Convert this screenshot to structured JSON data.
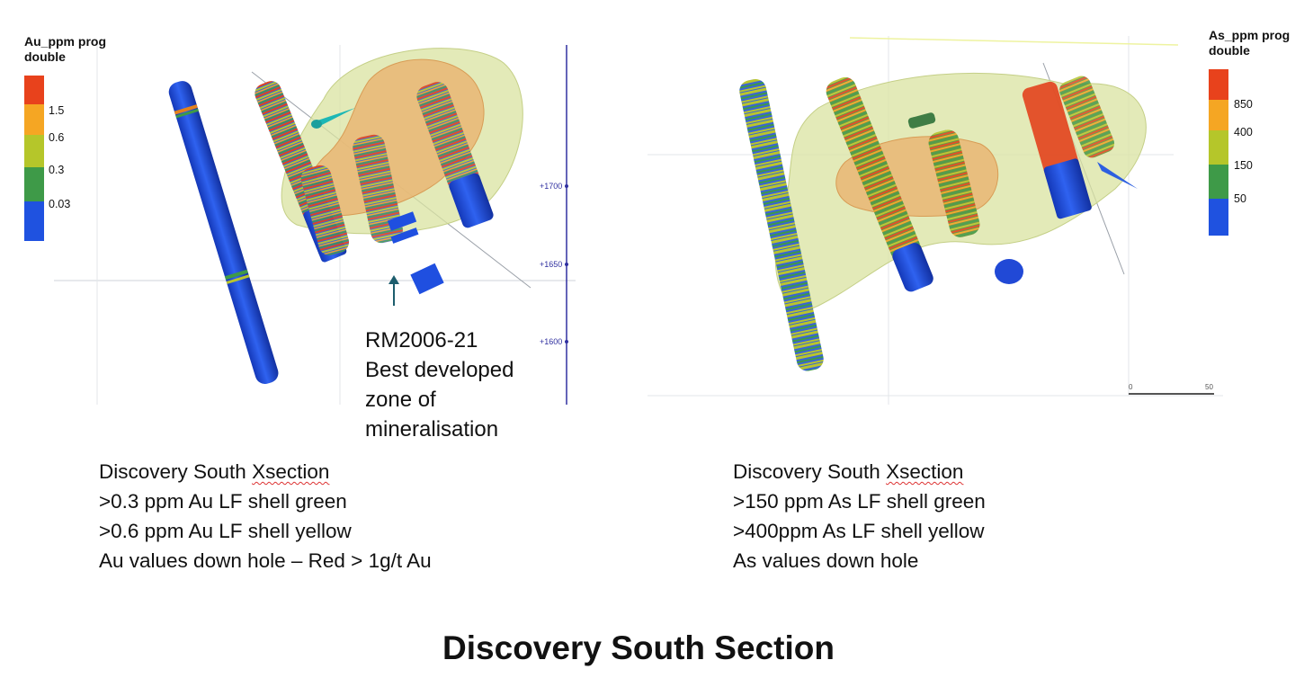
{
  "left": {
    "legend": {
      "title_line1": "Au_ppm prog",
      "title_line2": "double",
      "ticks": [
        "1.5",
        "0.6",
        "0.3",
        "0.03"
      ],
      "colors": [
        "#e8421c",
        "#f5a623",
        "#b5c62a",
        "#3e9a48",
        "#1f52e0"
      ]
    },
    "axis_ticks": [
      "+1700",
      "+1650",
      "+1600"
    ],
    "annotation": {
      "line1": "RM2006-21",
      "line2": "Best developed",
      "line3": "zone of",
      "line4": "mineralisation"
    },
    "caption": {
      "line1_a": "Discovery South ",
      "line1_b": "Xsection",
      "line2": ">0.3 ppm Au LF shell green",
      "line3": ">0.6 ppm Au  LF shell yellow",
      "line4": "Au values down hole – Red > 1g/t Au"
    }
  },
  "right": {
    "legend": {
      "title_line1": "As_ppm prog",
      "title_line2": "double",
      "ticks": [
        "850",
        "400",
        "150",
        "50"
      ],
      "colors": [
        "#e8421c",
        "#f5a623",
        "#b5c62a",
        "#3e9a48",
        "#1f52e0"
      ]
    },
    "scale": {
      "start": "0",
      "end": "50"
    },
    "caption": {
      "line1_a": "Discovery South ",
      "line1_b": "Xsection",
      "line2": ">150 ppm As LF shell green",
      "line3": ">400ppm As LF shell yellow",
      "line4": "As values down hole"
    }
  },
  "title": "Discovery South Section"
}
